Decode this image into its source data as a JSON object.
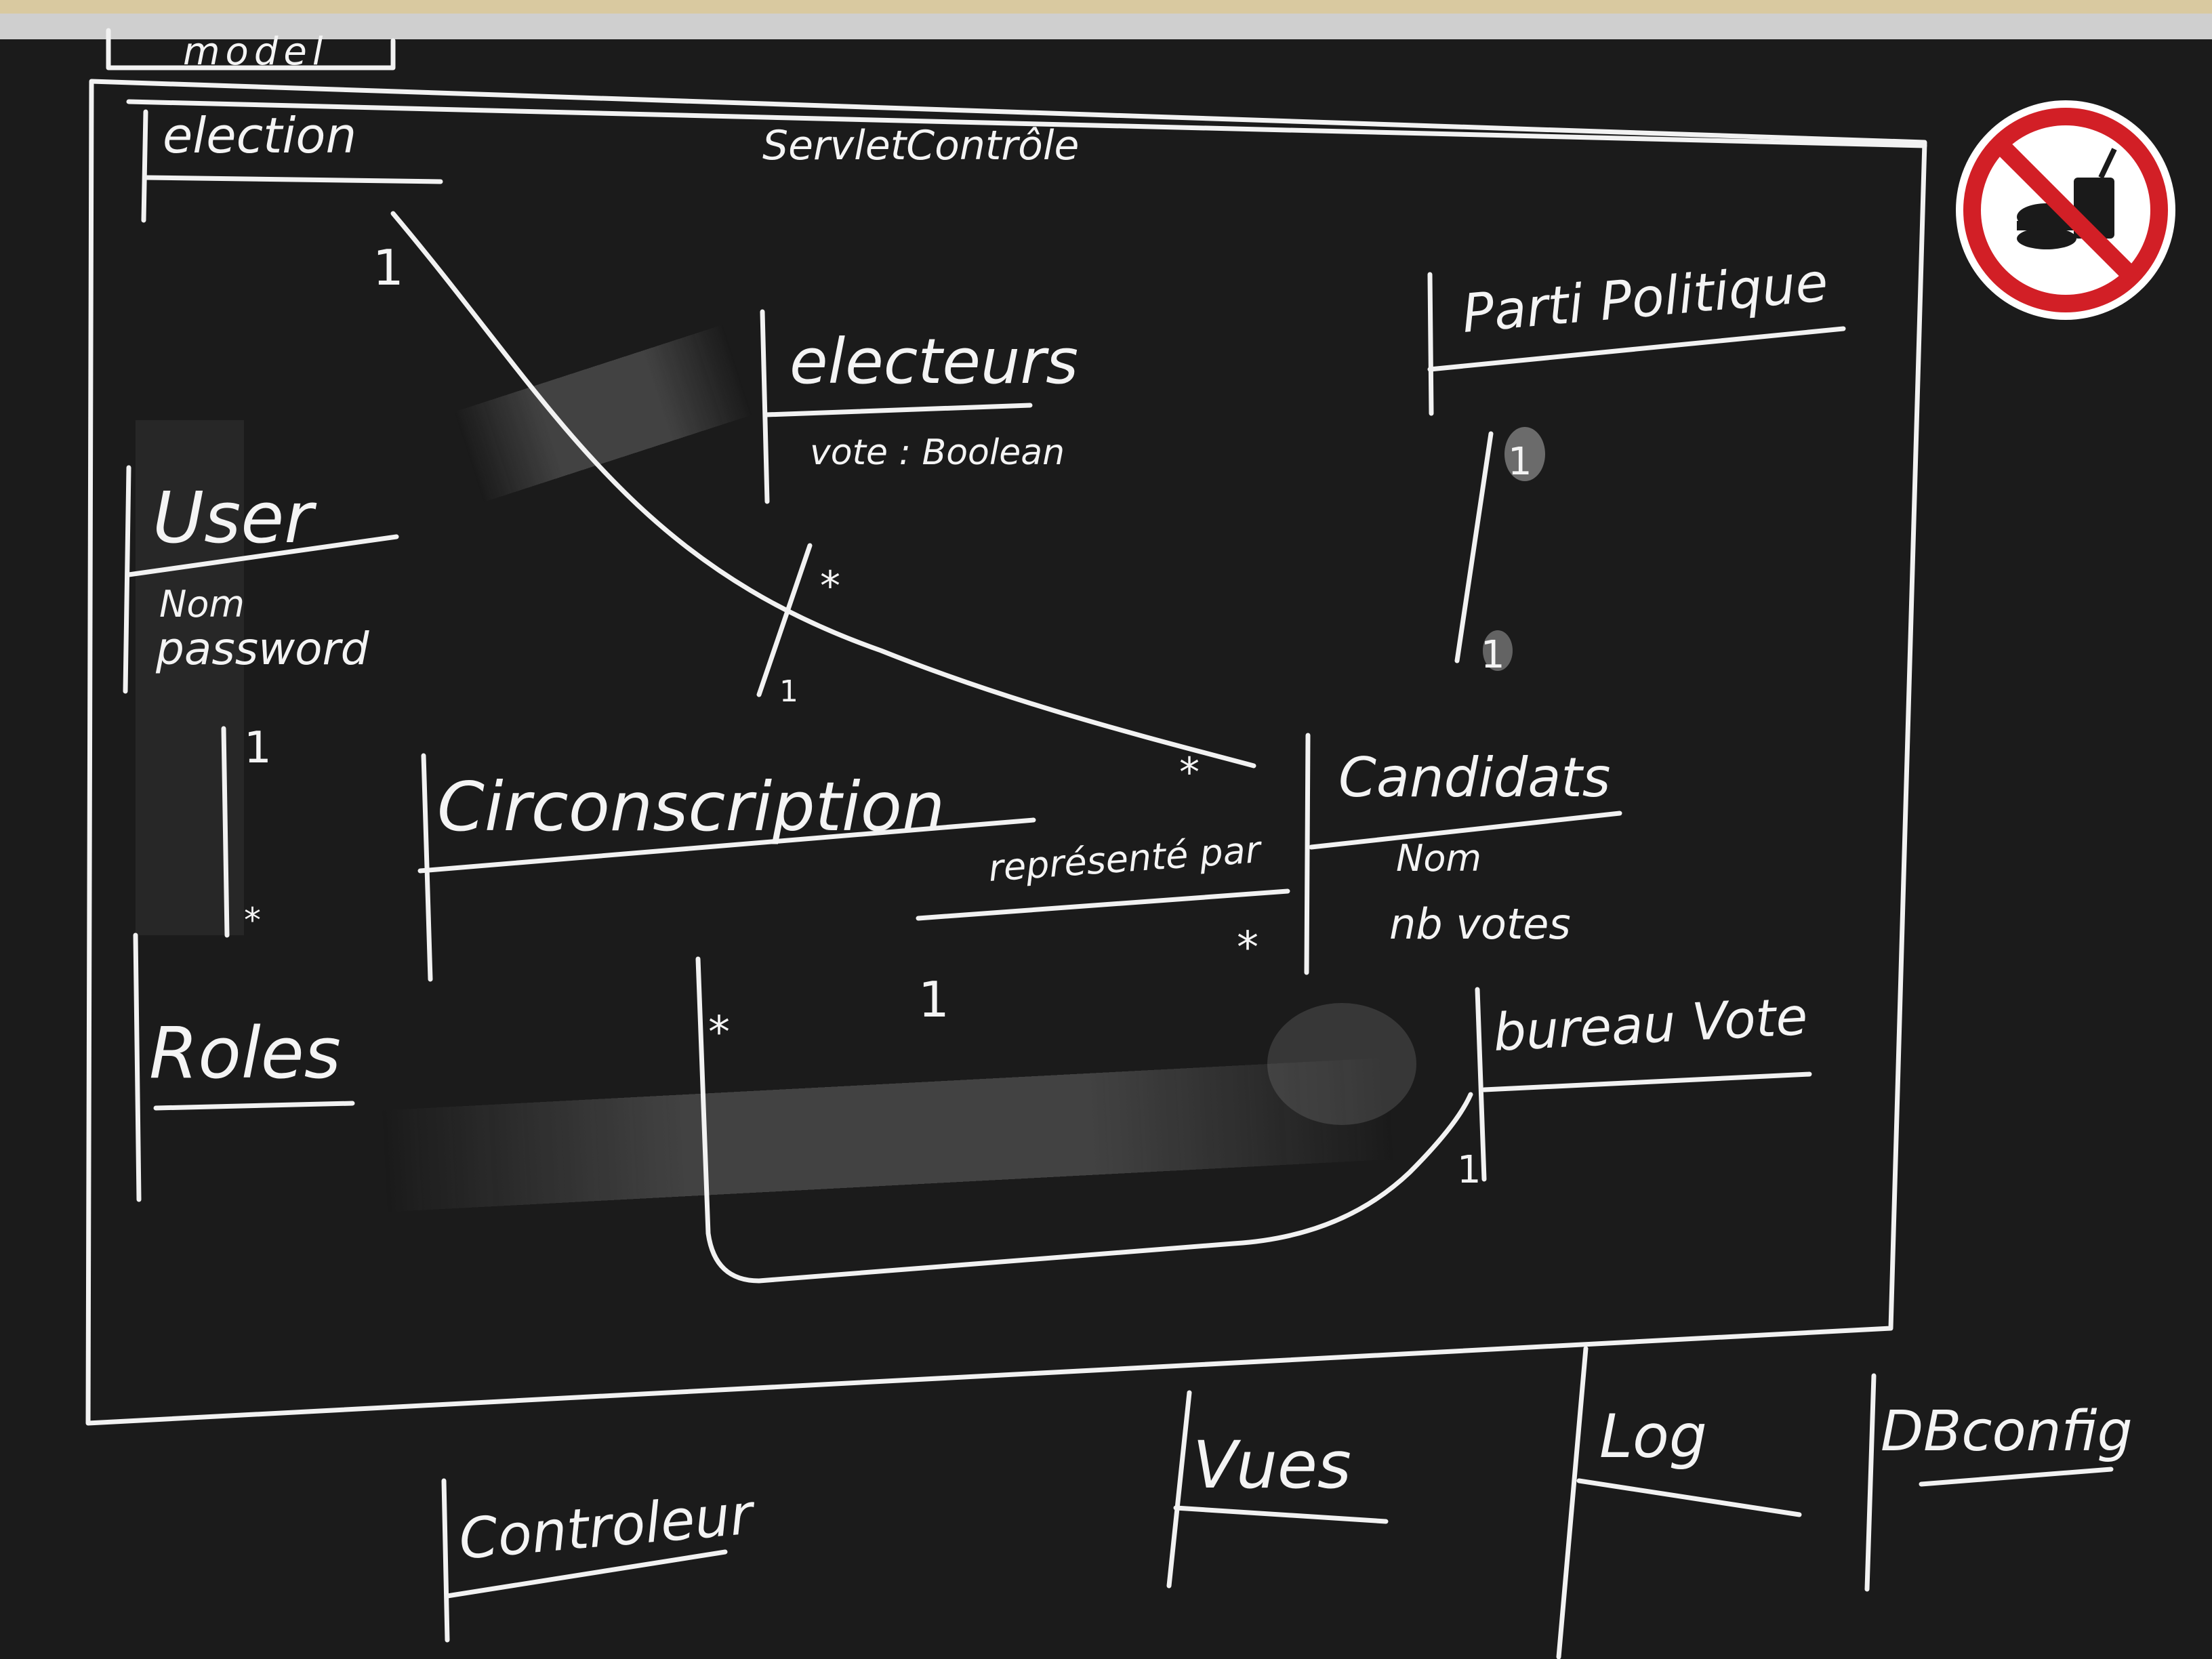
{
  "colors": {
    "board": "#1b1b1b",
    "chalk": "#f2f2f2",
    "wall": "#d9c9a0",
    "sign_red": "#d21f26",
    "sign_white": "#ffffff",
    "sign_black": "#1a1a1a"
  },
  "sign": {
    "icon": "no-food-or-drink-icon"
  },
  "diagram": {
    "package_label": "model",
    "package_stereotype": "ServletContrôle",
    "classes": {
      "election": {
        "name": "election"
      },
      "electeurs": {
        "name": "electeurs",
        "attributes": [
          "vote : Boolean"
        ]
      },
      "parti_politique": {
        "name": "Parti Politique"
      },
      "user": {
        "name": "User",
        "attributes": [
          "Nom",
          "password"
        ]
      },
      "circonscription": {
        "name": "Circonscription"
      },
      "candidats": {
        "name": "Candidats",
        "attributes": [
          "Nom",
          "nb votes"
        ]
      },
      "roles": {
        "name": "Roles"
      },
      "bureau_vote": {
        "name": "bureau Vote"
      }
    },
    "associations": {
      "election_candidats": {
        "source_mult": "1",
        "target_mult": "*"
      },
      "electeurs_circonscription": {
        "source_mult": "*",
        "target_mult": "1"
      },
      "parti_candidats": {
        "source_mult": "1",
        "target_mult": "1"
      },
      "user_roles": {
        "source_mult": "1",
        "target_mult": "*"
      },
      "circonscription_candidats": {
        "label": "représenté par",
        "source_mult": "1",
        "target_mult": "*"
      },
      "circonscription_bureau": {
        "source_mult": "*",
        "target_mult": "1"
      }
    },
    "outside_packages": {
      "controleur": "Controleur",
      "vues": "Vues",
      "log": "Log",
      "dbconfig": "DBconfig"
    }
  }
}
